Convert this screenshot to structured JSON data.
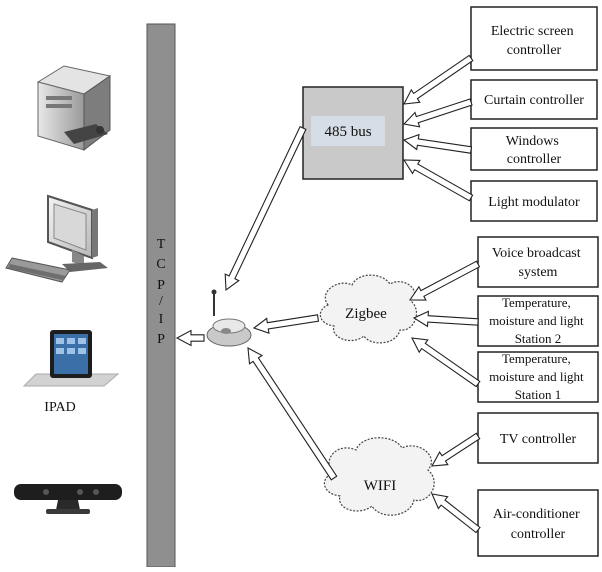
{
  "bus": {
    "label_chars": [
      "T",
      "C",
      "P",
      "/",
      "I",
      "P"
    ]
  },
  "hub_485": {
    "label": "485 bus"
  },
  "devices_485": [
    {
      "lines": [
        "Electric screen",
        "controller"
      ]
    },
    {
      "lines": [
        "Curtain controller"
      ]
    },
    {
      "lines": [
        "Windows",
        "controller"
      ]
    },
    {
      "lines": [
        "Light modulator"
      ]
    }
  ],
  "clouds": {
    "zigbee": "Zigbee",
    "wifi": "WIFI"
  },
  "devices_zigbee": [
    {
      "lines": [
        "Voice broadcast",
        "system"
      ]
    },
    {
      "lines": [
        "Temperature,",
        "moisture and light",
        "Station 2"
      ]
    },
    {
      "lines": [
        "Temperature,",
        "moisture and light",
        "Station 1"
      ]
    }
  ],
  "devices_wifi": [
    {
      "lines": [
        "TV controller"
      ]
    },
    {
      "lines": [
        "Air-conditioner",
        "controller"
      ]
    }
  ],
  "clients": {
    "ipad_label": "IPAD"
  },
  "icons": [
    "desktop-computer-icon",
    "monitor-keyboard-icon",
    "tablet-icon",
    "motion-sensor-bar-icon",
    "wireless-gateway-icon"
  ],
  "colors": {
    "bus": "#8f8f8f",
    "hub_fill": "#c9c9c9",
    "hub_label_bg": "#d5dde6",
    "stroke": "#222222"
  }
}
